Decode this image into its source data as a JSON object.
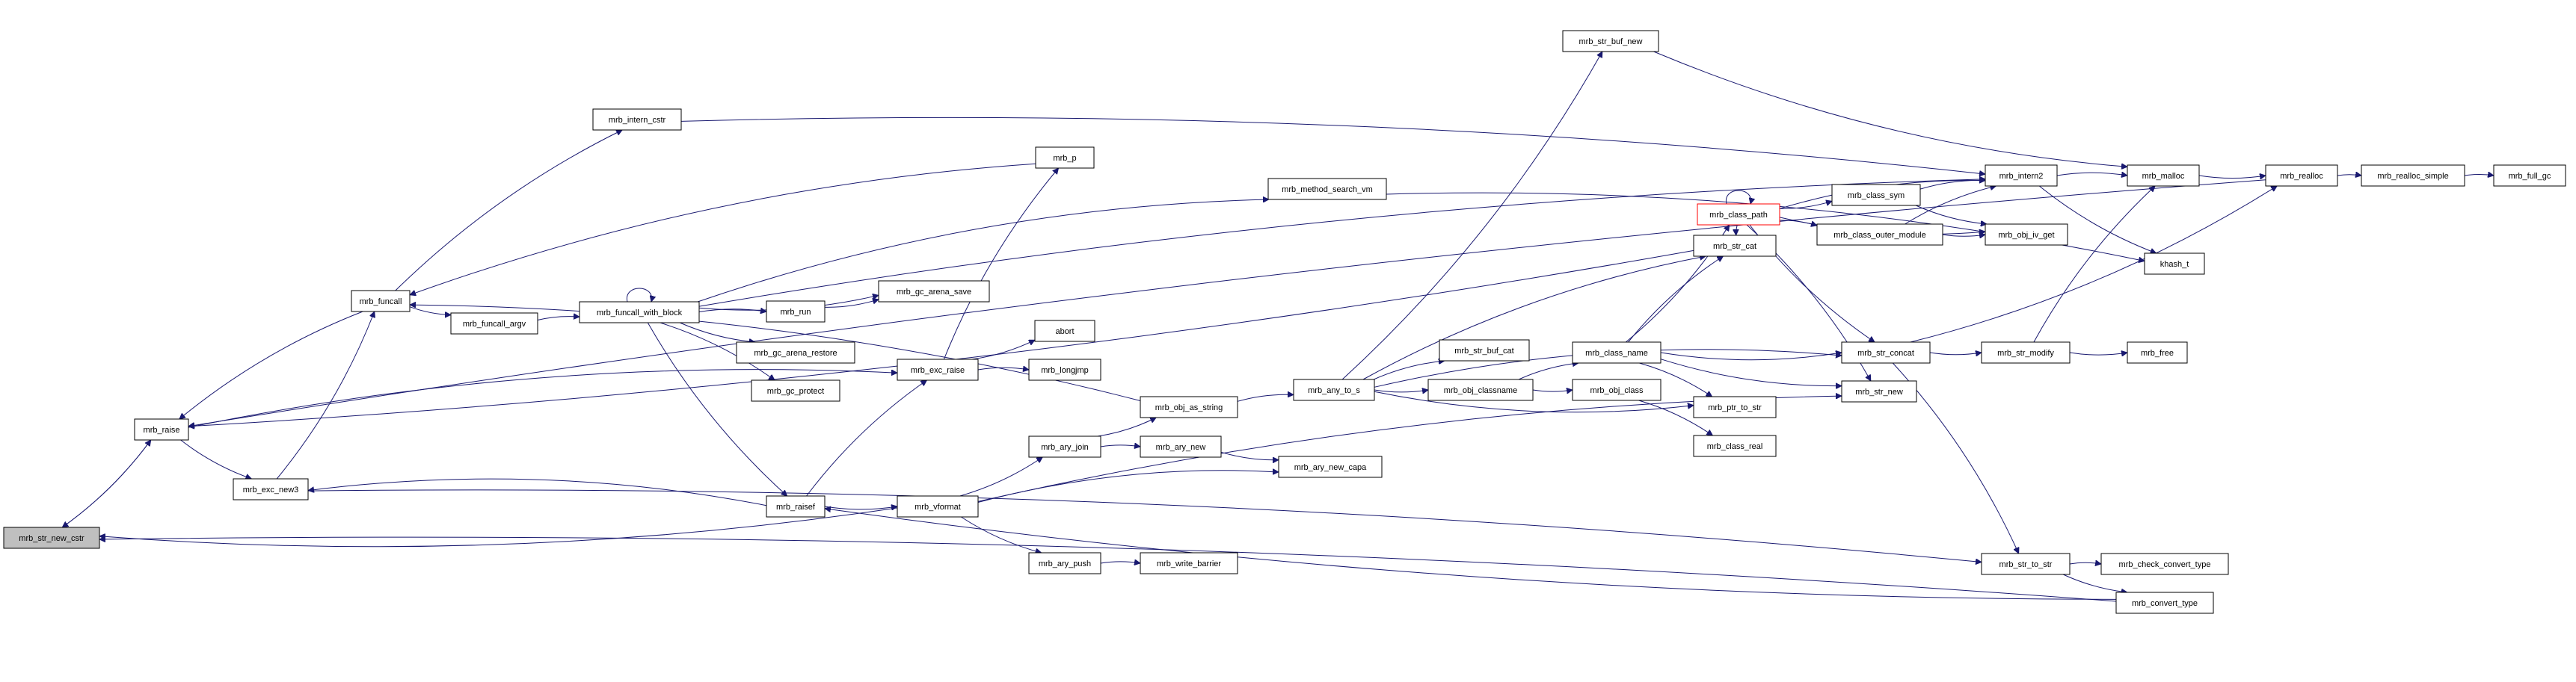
{
  "colors": {
    "edge": "#191970",
    "node_border": "#000000",
    "highlight_fill": "#bfbfbf",
    "truncated_border": "#ff0000"
  },
  "graph": {
    "nodes": [
      {
        "id": "mrb_str_new_cstr",
        "label": "mrb_str_new_cstr",
        "highlight": true
      },
      {
        "id": "mrb_raise",
        "label": "mrb_raise"
      },
      {
        "id": "mrb_funcall",
        "label": "mrb_funcall"
      },
      {
        "id": "mrb_exc_new3",
        "label": "mrb_exc_new3"
      },
      {
        "id": "mrb_intern_cstr",
        "label": "mrb_intern_cstr"
      },
      {
        "id": "mrb_funcall_argv",
        "label": "mrb_funcall_argv"
      },
      {
        "id": "mrb_funcall_with_block",
        "label": "mrb_funcall_with_block"
      },
      {
        "id": "mrb_p",
        "label": "mrb_p"
      },
      {
        "id": "mrb_method_search_vm",
        "label": "mrb_method_search_vm"
      },
      {
        "id": "mrb_gc_arena_save",
        "label": "mrb_gc_arena_save"
      },
      {
        "id": "mrb_run",
        "label": "mrb_run"
      },
      {
        "id": "mrb_gc_arena_restore",
        "label": "mrb_gc_arena_restore"
      },
      {
        "id": "mrb_gc_protect",
        "label": "mrb_gc_protect"
      },
      {
        "id": "mrb_exc_raise",
        "label": "mrb_exc_raise"
      },
      {
        "id": "abort",
        "label": "abort"
      },
      {
        "id": "mrb_longjmp",
        "label": "mrb_longjmp"
      },
      {
        "id": "mrb_raisef",
        "label": "mrb_raisef"
      },
      {
        "id": "mrb_vformat",
        "label": "mrb_vformat"
      },
      {
        "id": "mrb_obj_as_string",
        "label": "mrb_obj_as_string"
      },
      {
        "id": "mrb_any_to_s",
        "label": "mrb_any_to_s"
      },
      {
        "id": "mrb_ary_join",
        "label": "mrb_ary_join"
      },
      {
        "id": "mrb_ary_new",
        "label": "mrb_ary_new"
      },
      {
        "id": "mrb_ary_new_capa",
        "label": "mrb_ary_new_capa"
      },
      {
        "id": "mrb_ary_push",
        "label": "mrb_ary_push"
      },
      {
        "id": "mrb_write_barrier",
        "label": "mrb_write_barrier"
      },
      {
        "id": "mrb_str_buf_new",
        "label": "mrb_str_buf_new"
      },
      {
        "id": "mrb_str_buf_cat",
        "label": "mrb_str_buf_cat"
      },
      {
        "id": "mrb_obj_classname",
        "label": "mrb_obj_classname"
      },
      {
        "id": "mrb_class_name",
        "label": "mrb_class_name"
      },
      {
        "id": "mrb_obj_class",
        "label": "mrb_obj_class"
      },
      {
        "id": "mrb_class_real",
        "label": "mrb_class_real"
      },
      {
        "id": "mrb_class_path",
        "label": "mrb_class_path",
        "truncated": true
      },
      {
        "id": "mrb_class_sym",
        "label": "mrb_class_sym"
      },
      {
        "id": "mrb_class_outer_module",
        "label": "mrb_class_outer_module"
      },
      {
        "id": "mrb_str_cat",
        "label": "mrb_str_cat"
      },
      {
        "id": "mrb_ptr_to_str",
        "label": "mrb_ptr_to_str"
      },
      {
        "id": "mrb_str_concat",
        "label": "mrb_str_concat"
      },
      {
        "id": "mrb_str_new",
        "label": "mrb_str_new"
      },
      {
        "id": "mrb_intern2",
        "label": "mrb_intern2"
      },
      {
        "id": "mrb_obj_iv_get",
        "label": "mrb_obj_iv_get"
      },
      {
        "id": "khash_t",
        "label": "khash_t"
      },
      {
        "id": "mrb_str_modify",
        "label": "mrb_str_modify"
      },
      {
        "id": "mrb_free",
        "label": "mrb_free"
      },
      {
        "id": "mrb_str_to_str",
        "label": "mrb_str_to_str"
      },
      {
        "id": "mrb_check_convert_type",
        "label": "mrb_check_convert_type"
      },
      {
        "id": "mrb_convert_type",
        "label": "mrb_convert_type"
      },
      {
        "id": "mrb_malloc",
        "label": "mrb_malloc"
      },
      {
        "id": "mrb_realloc",
        "label": "mrb_realloc"
      },
      {
        "id": "mrb_realloc_simple",
        "label": "mrb_realloc_simple"
      },
      {
        "id": "mrb_full_gc",
        "label": "mrb_full_gc"
      }
    ],
    "edges": [
      [
        "mrb_str_new_cstr",
        "mrb_raise"
      ],
      [
        "mrb_raise",
        "mrb_str_new_cstr"
      ],
      [
        "mrb_raise",
        "mrb_exc_new3"
      ],
      [
        "mrb_raise",
        "mrb_exc_raise"
      ],
      [
        "mrb_exc_new3",
        "mrb_funcall"
      ],
      [
        "mrb_exc_new3",
        "mrb_str_to_str"
      ],
      [
        "mrb_funcall",
        "mrb_raise"
      ],
      [
        "mrb_funcall",
        "mrb_intern_cstr"
      ],
      [
        "mrb_funcall",
        "mrb_funcall_argv"
      ],
      [
        "mrb_funcall_argv",
        "mrb_funcall_with_block"
      ],
      [
        "mrb_funcall_with_block",
        "mrb_funcall_with_block"
      ],
      [
        "mrb_funcall_with_block",
        "mrb_method_search_vm"
      ],
      [
        "mrb_funcall_with_block",
        "mrb_gc_arena_save"
      ],
      [
        "mrb_funcall_with_block",
        "mrb_run"
      ],
      [
        "mrb_funcall_with_block",
        "mrb_gc_arena_restore"
      ],
      [
        "mrb_funcall_with_block",
        "mrb_gc_protect"
      ],
      [
        "mrb_funcall_with_block",
        "mrb_raisef"
      ],
      [
        "mrb_funcall_with_block",
        "mrb_intern2"
      ],
      [
        "mrb_run",
        "mrb_gc_arena_save"
      ],
      [
        "mrb_intern_cstr",
        "mrb_intern2"
      ],
      [
        "mrb_p",
        "mrb_funcall"
      ],
      [
        "mrb_exc_raise",
        "mrb_p"
      ],
      [
        "mrb_exc_raise",
        "abort"
      ],
      [
        "mrb_exc_raise",
        "mrb_longjmp"
      ],
      [
        "mrb_raisef",
        "mrb_exc_new3"
      ],
      [
        "mrb_raisef",
        "mrb_exc_raise"
      ],
      [
        "mrb_raisef",
        "mrb_vformat"
      ],
      [
        "mrb_vformat",
        "mrb_str_new_cstr"
      ],
      [
        "mrb_vformat",
        "mrb_ary_join"
      ],
      [
        "mrb_vformat",
        "mrb_ary_new_capa"
      ],
      [
        "mrb_vformat",
        "mrb_ary_push"
      ],
      [
        "mrb_vformat",
        "mrb_str_new"
      ],
      [
        "mrb_ary_join",
        "mrb_obj_as_string"
      ],
      [
        "mrb_ary_join",
        "mrb_ary_new"
      ],
      [
        "mrb_ary_new",
        "mrb_ary_new_capa"
      ],
      [
        "mrb_ary_push",
        "mrb_write_barrier"
      ],
      [
        "mrb_obj_as_string",
        "mrb_funcall"
      ],
      [
        "mrb_obj_as_string",
        "mrb_any_to_s"
      ],
      [
        "mrb_any_to_s",
        "mrb_str_buf_new"
      ],
      [
        "mrb_any_to_s",
        "mrb_str_buf_cat"
      ],
      [
        "mrb_any_to_s",
        "mrb_obj_classname"
      ],
      [
        "mrb_any_to_s",
        "mrb_str_cat"
      ],
      [
        "mrb_any_to_s",
        "mrb_ptr_to_str"
      ],
      [
        "mrb_any_to_s",
        "mrb_str_concat"
      ],
      [
        "mrb_str_buf_new",
        "mrb_malloc"
      ],
      [
        "mrb_obj_classname",
        "mrb_class_name"
      ],
      [
        "mrb_obj_classname",
        "mrb_obj_class"
      ],
      [
        "mrb_obj_class",
        "mrb_class_real"
      ],
      [
        "mrb_class_name",
        "mrb_class_path"
      ],
      [
        "mrb_class_name",
        "mrb_str_cat"
      ],
      [
        "mrb_class_name",
        "mrb_str_concat"
      ],
      [
        "mrb_class_name",
        "mrb_ptr_to_str"
      ],
      [
        "mrb_class_name",
        "mrb_str_new"
      ],
      [
        "mrb_class_path",
        "mrb_class_path"
      ],
      [
        "mrb_class_path",
        "mrb_class_sym"
      ],
      [
        "mrb_class_path",
        "mrb_class_outer_module"
      ],
      [
        "mrb_class_path",
        "mrb_obj_iv_get"
      ],
      [
        "mrb_class_path",
        "mrb_intern2"
      ],
      [
        "mrb_class_path",
        "mrb_str_concat"
      ],
      [
        "mrb_class_path",
        "mrb_str_new"
      ],
      [
        "mrb_class_path",
        "mrb_str_cat"
      ],
      [
        "mrb_class_sym",
        "mrb_intern2"
      ],
      [
        "mrb_class_sym",
        "mrb_obj_iv_get"
      ],
      [
        "mrb_class_outer_module",
        "mrb_intern2"
      ],
      [
        "mrb_class_outer_module",
        "mrb_obj_iv_get"
      ],
      [
        "mrb_str_cat",
        "mrb_raise"
      ],
      [
        "mrb_str_concat",
        "mrb_str_modify"
      ],
      [
        "mrb_str_concat",
        "mrb_str_to_str"
      ],
      [
        "mrb_str_concat",
        "mrb_realloc"
      ],
      [
        "mrb_str_modify",
        "mrb_malloc"
      ],
      [
        "mrb_str_modify",
        "mrb_free"
      ],
      [
        "mrb_str_to_str",
        "mrb_check_convert_type"
      ],
      [
        "mrb_str_to_str",
        "mrb_convert_type"
      ],
      [
        "mrb_convert_type",
        "mrb_raisef"
      ],
      [
        "mrb_convert_type",
        "mrb_str_new_cstr"
      ],
      [
        "mrb_intern2",
        "mrb_malloc"
      ],
      [
        "mrb_intern2",
        "khash_t"
      ],
      [
        "mrb_method_search_vm",
        "khash_t"
      ],
      [
        "mrb_malloc",
        "mrb_realloc"
      ],
      [
        "mrb_realloc",
        "mrb_realloc_simple"
      ],
      [
        "mrb_realloc",
        "mrb_raise"
      ],
      [
        "mrb_realloc_simple",
        "mrb_full_gc"
      ]
    ]
  }
}
